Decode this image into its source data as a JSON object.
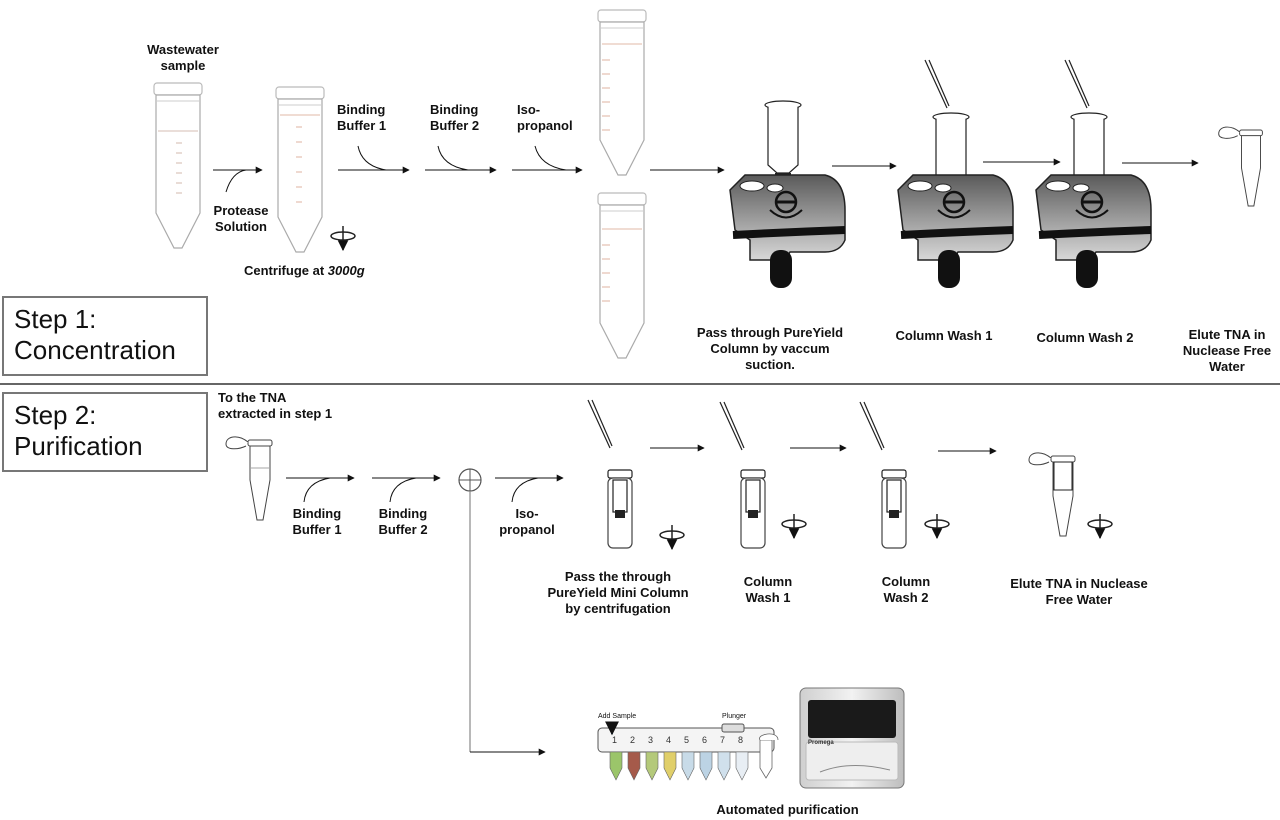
{
  "step1": {
    "title_line1": "Step 1:",
    "title_line2": "Concentration",
    "wastewater": {
      "line1": "Wastewater",
      "line2": "sample"
    },
    "protease": {
      "line1": "Protease",
      "line2": "Solution"
    },
    "centrifuge": {
      "prefix": "Centrifuge at ",
      "value": "3000g"
    },
    "binding1": {
      "line1": "Binding",
      "line2": "Buffer 1"
    },
    "binding2": {
      "line1": "Binding",
      "line2": "Buffer 2"
    },
    "isopropanol": {
      "line1": "Iso-",
      "line2": "propanol"
    },
    "pass": {
      "line1": "Pass through PureYield",
      "line2": "Column by vaccum",
      "line3": "suction."
    },
    "wash1": "Column Wash 1",
    "wash2": "Column Wash 2",
    "elute": {
      "line1": "Elute TNA in",
      "line2": "Nuclease Free",
      "line3": "Water"
    }
  },
  "step2": {
    "title_line1": "Step 2:",
    "title_line2": "Purification",
    "to_tna": {
      "line1": "To the TNA",
      "line2": "extracted in step 1"
    },
    "binding1": {
      "line1": "Binding",
      "line2": "Buffer 1"
    },
    "binding2": {
      "line1": "Binding",
      "line2": "Buffer 2"
    },
    "isopropanol": {
      "line1": "Iso-",
      "line2": "propanol"
    },
    "pass": {
      "line1": "Pass the through",
      "line2": "PureYield Mini Column",
      "line3": "by centrifugation"
    },
    "wash1": {
      "line1": "Column",
      "line2": "Wash 1"
    },
    "wash2": {
      "line1": "Column",
      "line2": "Wash 2"
    },
    "elute": {
      "line1": "Elute TNA in Nuclease",
      "line2": "Free Water"
    },
    "automated": "Automated purification",
    "cartridge": {
      "add_sample": "Add Sample",
      "plunger": "Plunger",
      "wells": [
        "1",
        "2",
        "3",
        "4",
        "5",
        "6",
        "7",
        "8"
      ]
    },
    "instrument_brand": "Promega"
  }
}
